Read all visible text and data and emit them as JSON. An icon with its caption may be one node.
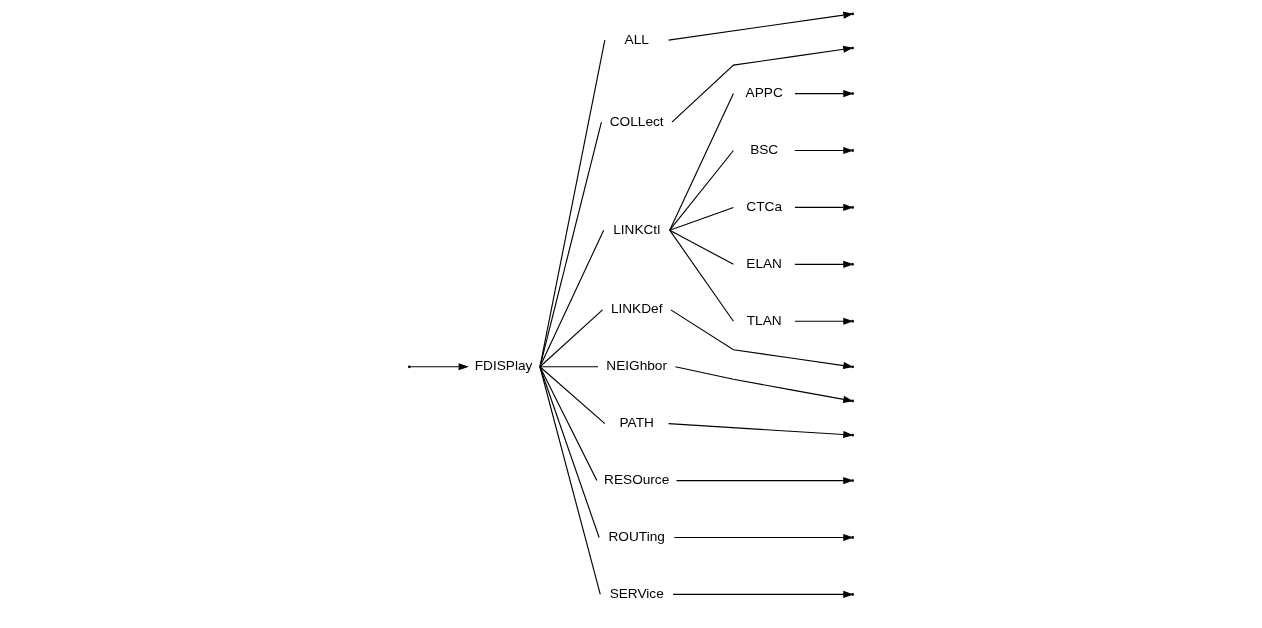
{
  "diagram": {
    "nodes": [
      {
        "text": [
          "FDISPlay"
        ]
      },
      {
        "text": [
          "ALL"
        ]
      },
      {
        "text": [
          "COLLect"
        ]
      },
      {
        "text": [
          "LINKCtl"
        ]
      },
      {
        "text": [
          "APPC"
        ]
      },
      {
        "text": [
          "BSC"
        ]
      },
      {
        "text": [
          "CTCa"
        ]
      },
      {
        "text": [
          "ELAN"
        ]
      },
      {
        "text": [
          "TLAN"
        ]
      },
      {
        "text": [
          "LINKDef"
        ]
      },
      {
        "text": [
          "NEIGhbor"
        ]
      },
      {
        "text": [
          "PATH"
        ]
      },
      {
        "text": [
          "RESOurce"
        ]
      },
      {
        "text": [
          "ROUTing"
        ]
      },
      {
        "text": [
          "SERVice"
        ]
      }
    ],
    "edges": [
      {
        "from": null,
        "to": 0,
        "arrow": "to"
      },
      {
        "from": 0,
        "to": 1,
        "arrow": "none"
      },
      {
        "from": 0,
        "to": 2,
        "arrow": "none"
      },
      {
        "from": 0,
        "to": 3,
        "arrow": "none"
      },
      {
        "from": 3,
        "to": 4,
        "arrow": "none"
      },
      {
        "from": 3,
        "to": 5,
        "arrow": "none"
      },
      {
        "from": 3,
        "to": 6,
        "arrow": "none"
      },
      {
        "from": 3,
        "to": 7,
        "arrow": "none"
      },
      {
        "from": 3,
        "to": 8,
        "arrow": "none"
      },
      {
        "from": 0,
        "to": 9,
        "arrow": "none"
      },
      {
        "from": 0,
        "to": 10,
        "arrow": "none"
      },
      {
        "from": 0,
        "to": 11,
        "arrow": "none"
      },
      {
        "from": 0,
        "to": 12,
        "arrow": "none"
      },
      {
        "from": 0,
        "to": 13,
        "arrow": "none"
      },
      {
        "from": 0,
        "to": 14,
        "arrow": "none"
      },
      {
        "from": 1,
        "to": null,
        "arrow": "to"
      },
      {
        "from": 2,
        "to": null,
        "arrow": "to"
      },
      {
        "from": 4,
        "to": null,
        "arrow": "to"
      },
      {
        "from": 5,
        "to": null,
        "arrow": "to"
      },
      {
        "from": 6,
        "to": null,
        "arrow": "to"
      },
      {
        "from": 7,
        "to": null,
        "arrow": "to"
      },
      {
        "from": 8,
        "to": null,
        "arrow": "to"
      },
      {
        "from": 9,
        "to": null,
        "arrow": "to"
      },
      {
        "from": 10,
        "to": null,
        "arrow": "to"
      },
      {
        "from": 11,
        "to": null,
        "arrow": "to"
      },
      {
        "from": 12,
        "to": null,
        "arrow": "to"
      },
      {
        "from": 13,
        "to": null,
        "arrow": "to"
      },
      {
        "from": 14,
        "to": null,
        "arrow": "to"
      }
    ]
  }
}
